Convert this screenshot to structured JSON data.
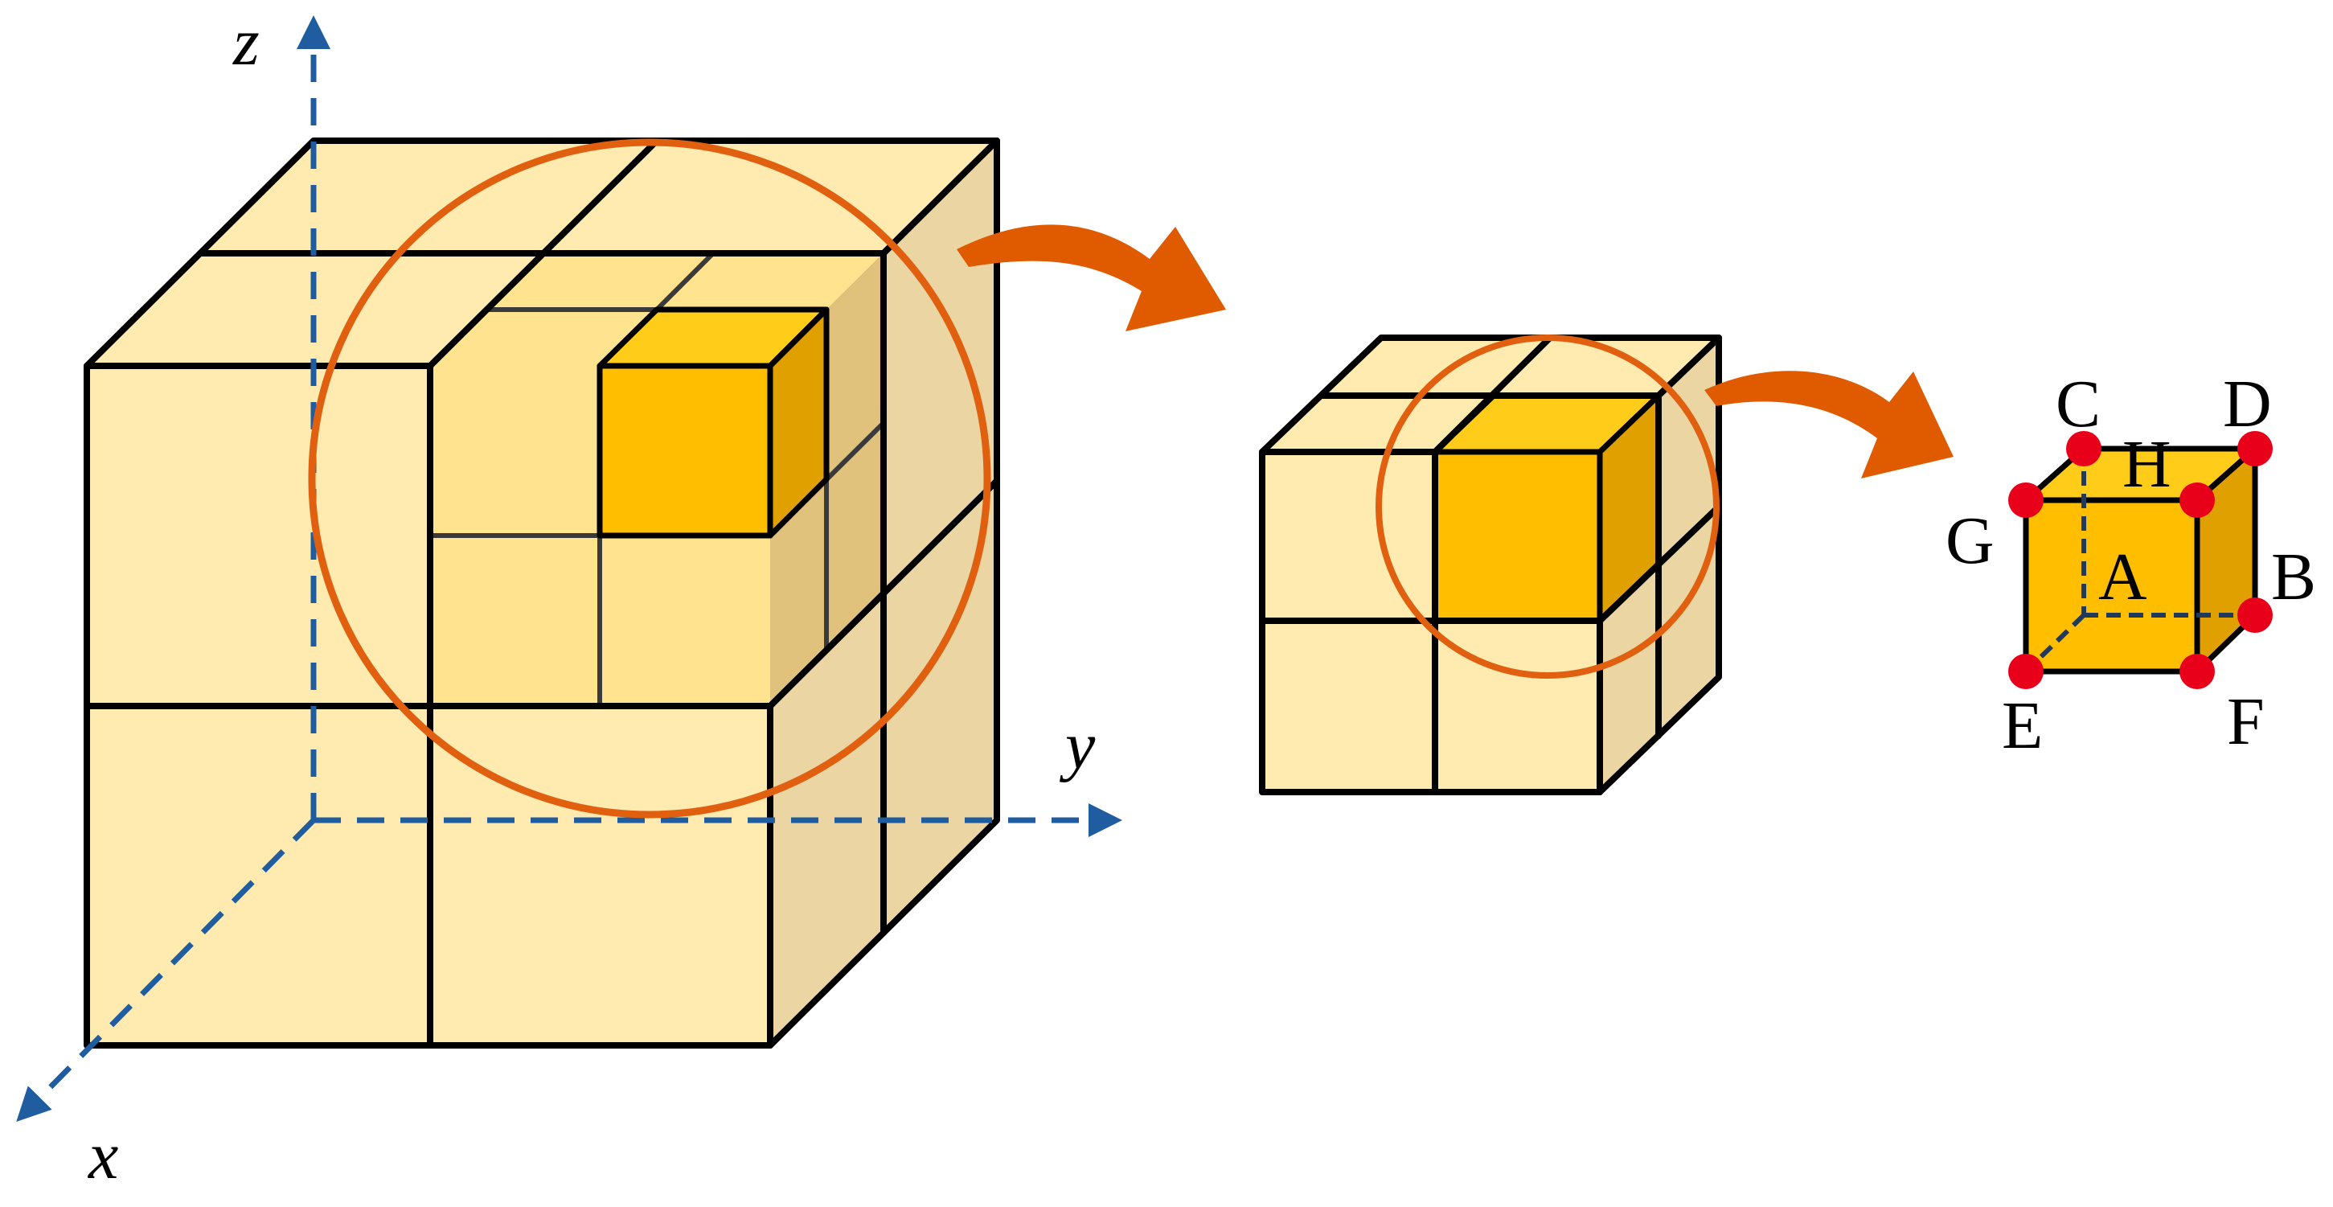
{
  "axes": {
    "x_label": "x",
    "y_label": "y",
    "z_label": "z"
  },
  "vertex_labels": {
    "a": "A",
    "b": "B",
    "c": "C",
    "d": "D",
    "e": "E",
    "f": "F",
    "g": "G",
    "h": "H"
  },
  "colors": {
    "cube_front": "#FFEAB0",
    "cube_top": "#FFEAB0",
    "cube_side": "#EBD6A3",
    "highlight_front": "#FFBF00",
    "highlight_top": "#FFCC1A",
    "highlight_side": "#E0A000",
    "sub_cube_front": "#FFE38F",
    "sub_cube_side": "#E0C27C",
    "circle": "#E06010",
    "arrow": "#E05A00",
    "axis": "#1F5DA0",
    "vertex_point": "#E8001A"
  }
}
